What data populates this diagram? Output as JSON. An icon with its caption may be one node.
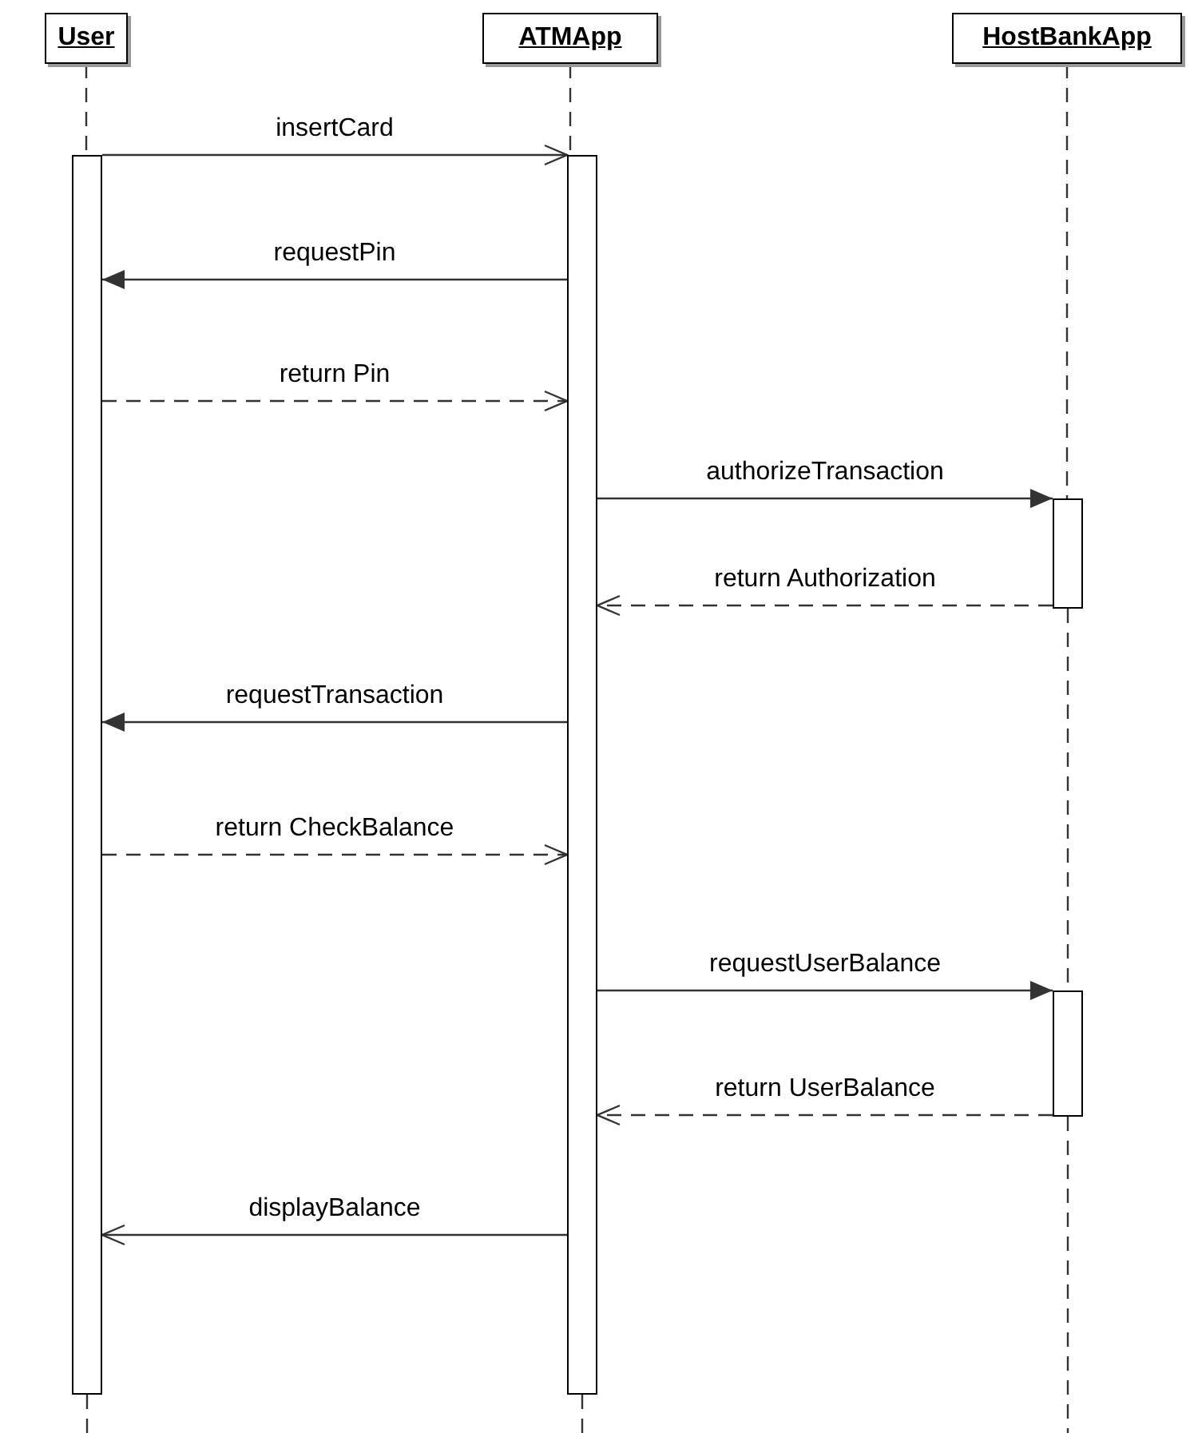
{
  "diagram": {
    "nodes": [
      {
        "text": [
          "User"
        ]
      },
      {
        "text": [
          "ATMApp"
        ]
      },
      {
        "text": [
          "HostBankApp"
        ]
      },
      {
        "text": [],
        "shape": "bar"
      },
      {
        "text": [],
        "shape": "bar"
      },
      {
        "text": [],
        "shape": "bar"
      },
      {
        "text": [],
        "shape": "bar"
      }
    ],
    "edges": [
      {
        "from": 0,
        "to": 3,
        "arrow": "none",
        "style": "dashed"
      },
      {
        "from": 1,
        "to": 4,
        "arrow": "none",
        "style": "dashed"
      },
      {
        "from": 2,
        "to": 5,
        "arrow": "none",
        "style": "dashed"
      },
      {
        "from": 5,
        "to": 6,
        "arrow": "none",
        "style": "dashed"
      },
      {
        "from": 3,
        "to": null,
        "arrow": "none",
        "style": "dashed"
      },
      {
        "from": 4,
        "to": null,
        "arrow": "none",
        "style": "dashed"
      },
      {
        "from": 6,
        "to": null,
        "arrow": "none",
        "style": "dashed"
      },
      {
        "from": 3,
        "to": 4,
        "arrow": "to",
        "label": "insertCard"
      },
      {
        "from": 4,
        "to": 3,
        "arrow": "to",
        "label": "requestPin"
      },
      {
        "from": 3,
        "to": 4,
        "arrow": "to",
        "label": "return Pin",
        "style": "dashed"
      },
      {
        "from": 4,
        "to": 5,
        "arrow": "to",
        "label": "authorizeTransaction"
      },
      {
        "from": 5,
        "to": 4,
        "arrow": "to",
        "label": "return Authorization",
        "style": "dashed"
      },
      {
        "from": 4,
        "to": 3,
        "arrow": "to",
        "label": "requestTransaction"
      },
      {
        "from": 3,
        "to": 4,
        "arrow": "to",
        "label": "return CheckBalance",
        "style": "dashed"
      },
      {
        "from": 4,
        "to": 6,
        "arrow": "to",
        "label": "requestUserBalance"
      },
      {
        "from": 6,
        "to": 4,
        "arrow": "to",
        "label": "return UserBalance",
        "style": "dashed"
      },
      {
        "from": 4,
        "to": 3,
        "arrow": "to",
        "label": "displayBalance"
      }
    ]
  }
}
